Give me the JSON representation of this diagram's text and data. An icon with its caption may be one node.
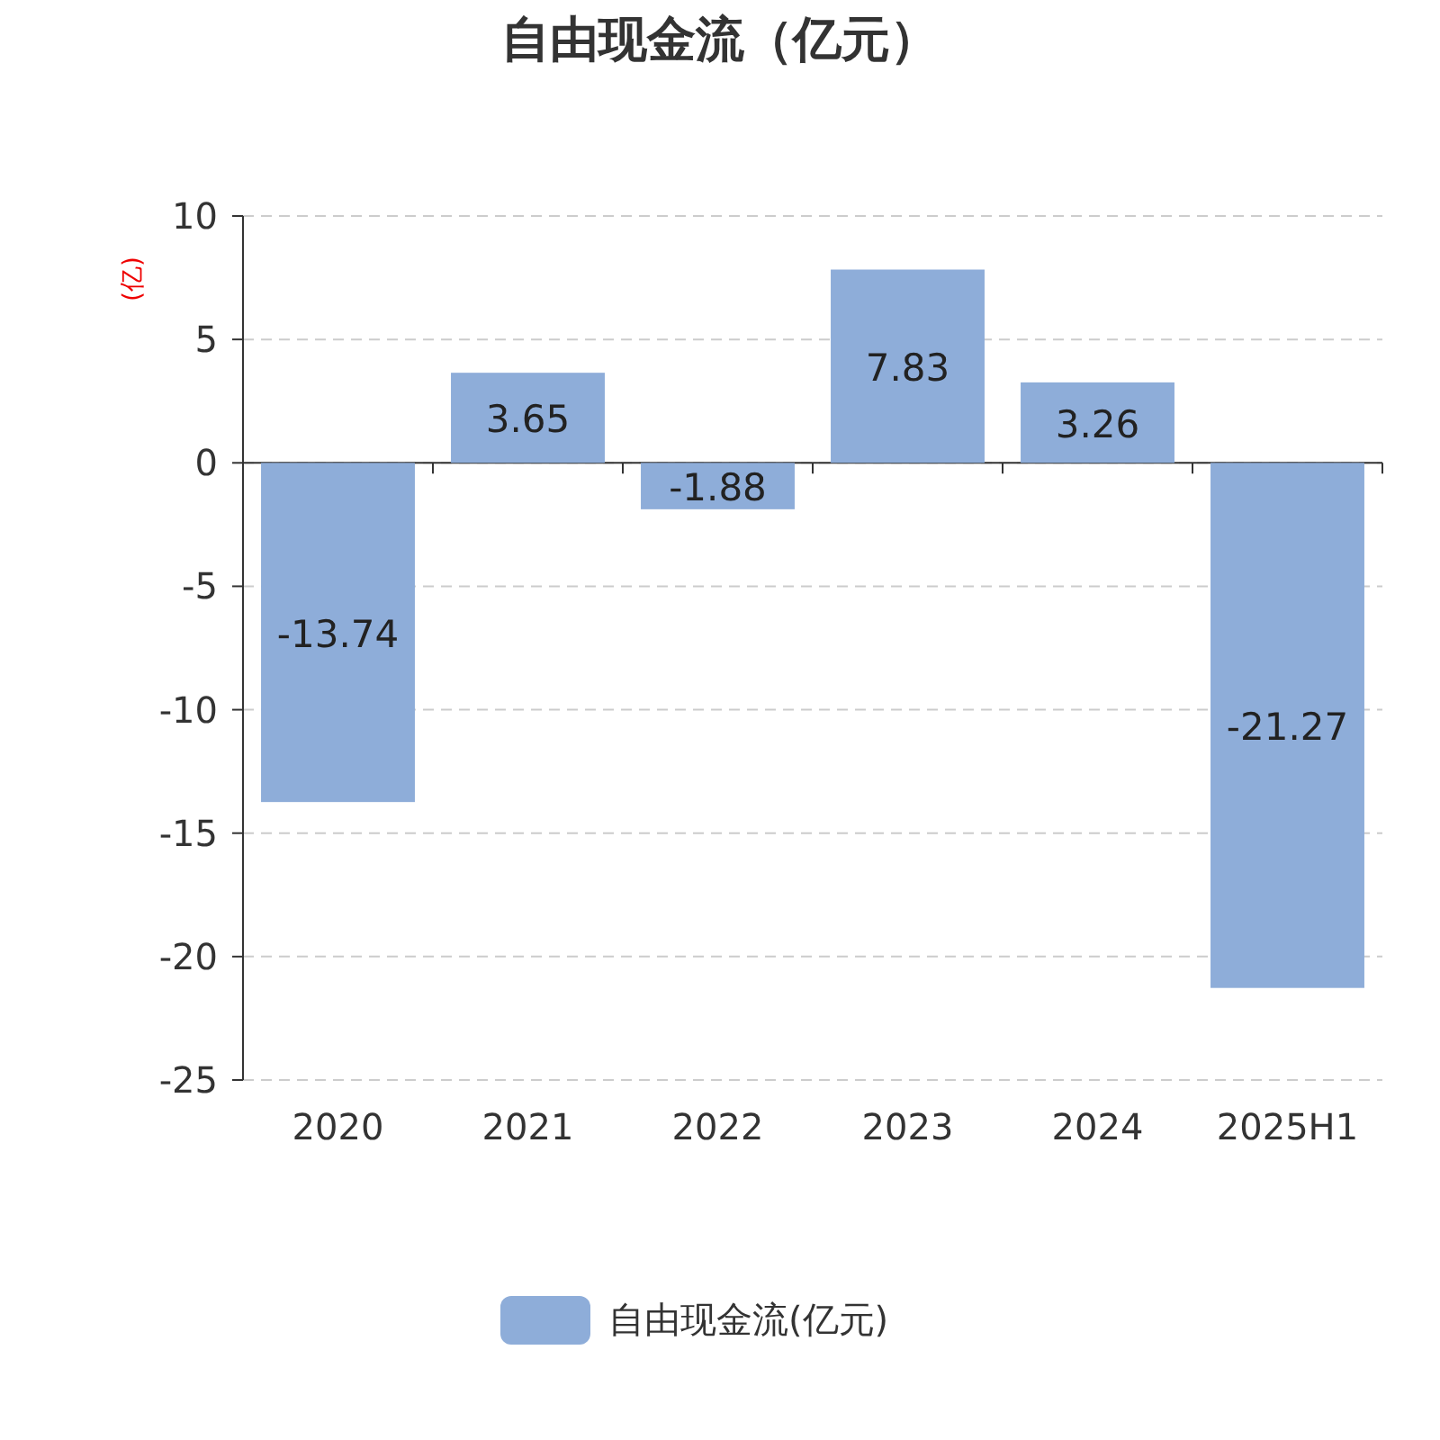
{
  "diagram": {
    "title": "自由现金流（亿元）",
    "legend": [
      {
        "text": "自由现金流(亿元)",
        "color": "#8eadd9"
      }
    ],
    "chart_data": {
      "type": "bar",
      "ylabel": "(亿)",
      "categories": [
        "2020",
        "2021",
        "2022",
        "2023",
        "2024",
        "2025H1"
      ],
      "values": [
        -13.74,
        3.65,
        -1.88,
        7.83,
        3.26,
        -21.27
      ],
      "ylim": [
        -25,
        10
      ],
      "yticks": [
        -25,
        -20,
        -15,
        -10,
        -5,
        0,
        5,
        10
      ],
      "data_labels": true,
      "grid": true
    }
  }
}
